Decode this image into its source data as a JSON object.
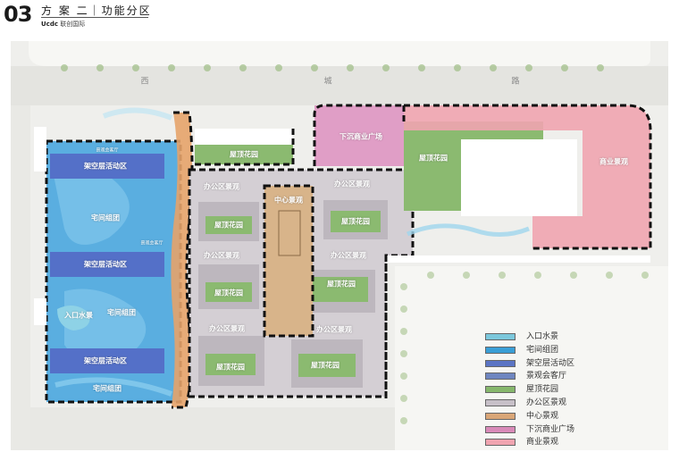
{
  "header": {
    "number": "03",
    "title": "方 案 二｜功能分区",
    "brand_prefix": "Ucdc",
    "brand_name": "联创国际"
  },
  "roads": {
    "top_a": "西",
    "top_b": "城",
    "top_c": "路"
  },
  "zones": {
    "reception_hall_a": "景观会客厅",
    "pilotis_a": "架空层活动区",
    "residential_a": "宅间组团",
    "reception_hall_b": "景观会客厅",
    "pilotis_b": "架空层活动区",
    "entrance": "入口水景",
    "residential_b": "宅间组团",
    "pilotis_c": "架空层活动区",
    "residential_c": "宅间组团",
    "roof_garden_top": "屋顶花园",
    "office_1": "办公区景观",
    "office_2": "办公区景观",
    "central": "中心景观",
    "roof_1": "屋顶花园",
    "roof_2": "屋顶花园",
    "office_3": "办公区景观",
    "office_4": "办公区景观",
    "roof_3": "屋顶花园",
    "roof_4": "屋顶花园",
    "office_5": "办公区景观",
    "office_6": "办公区景观",
    "roof_5": "屋顶花园",
    "roof_6": "屋顶花园",
    "sunken_plaza": "下沉商业广场",
    "roof_east": "屋顶花园",
    "commercial": "商业景观"
  },
  "legend": [
    {
      "label": "入口水景",
      "color": "#7cc8dc"
    },
    {
      "label": "宅间组团",
      "color": "#3a9ed6"
    },
    {
      "label": "架空层活动区",
      "color": "#5b74c4"
    },
    {
      "label": "景观会客厅",
      "color": "#6f86c0"
    },
    {
      "label": "屋顶花园",
      "color": "#86b76c"
    },
    {
      "label": "办公区景观",
      "color": "#c7c0c8"
    },
    {
      "label": "中心景观",
      "color": "#d9a677"
    },
    {
      "label": "下沉商业广场",
      "color": "#d98ab8"
    },
    {
      "label": "商业景观",
      "color": "#f0a4b0"
    }
  ]
}
